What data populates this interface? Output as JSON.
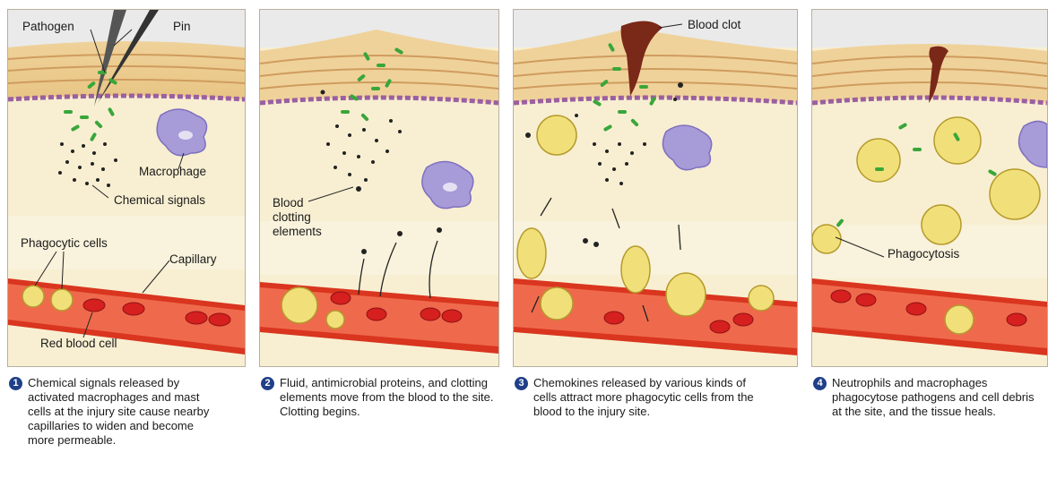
{
  "panels": [
    {
      "labels": {
        "pathogen": "Pathogen",
        "pin": "Pin",
        "macrophage": "Macrophage",
        "chemical_signals": "Chemical signals",
        "phagocytic_cells": "Phagocytic cells",
        "capillary": "Capillary",
        "red_blood_cell": "Red blood cell"
      },
      "step": "1",
      "caption": "Chemical signals released by activated macrophages and mast cells at the injury site cause nearby capillaries to widen and become more permeable."
    },
    {
      "labels": {
        "blood_clotting_elements": "Blood clotting elements"
      },
      "step": "2",
      "caption": "Fluid, antimicrobial proteins, and clotting elements move from the blood to the site. Clotting begins."
    },
    {
      "labels": {
        "blood_clot": "Blood clot"
      },
      "step": "3",
      "caption": "Chemokines released by various kinds of cells attract more phagocytic cells from the blood to the injury site."
    },
    {
      "labels": {
        "phagocytosis": "Phagocytosis"
      },
      "step": "4",
      "caption": "Neutrophils and macrophages phagocytose pathogens and cell debris at the site, and the tissue heals."
    }
  ],
  "colors": {
    "skin_top": "#f2d6a0",
    "skin_stripe": "#d9a86a",
    "membrane": "#9b5fa0",
    "dermis": "#f7ecc8",
    "capillary": "#d9351f",
    "rbc": "#d61f1f",
    "bacteria": "#3aa63a",
    "macrophage": "#a79bd8",
    "phagocyte": "#f1e07a",
    "clot": "#7a2818",
    "step_badge": "#1f3f88"
  }
}
